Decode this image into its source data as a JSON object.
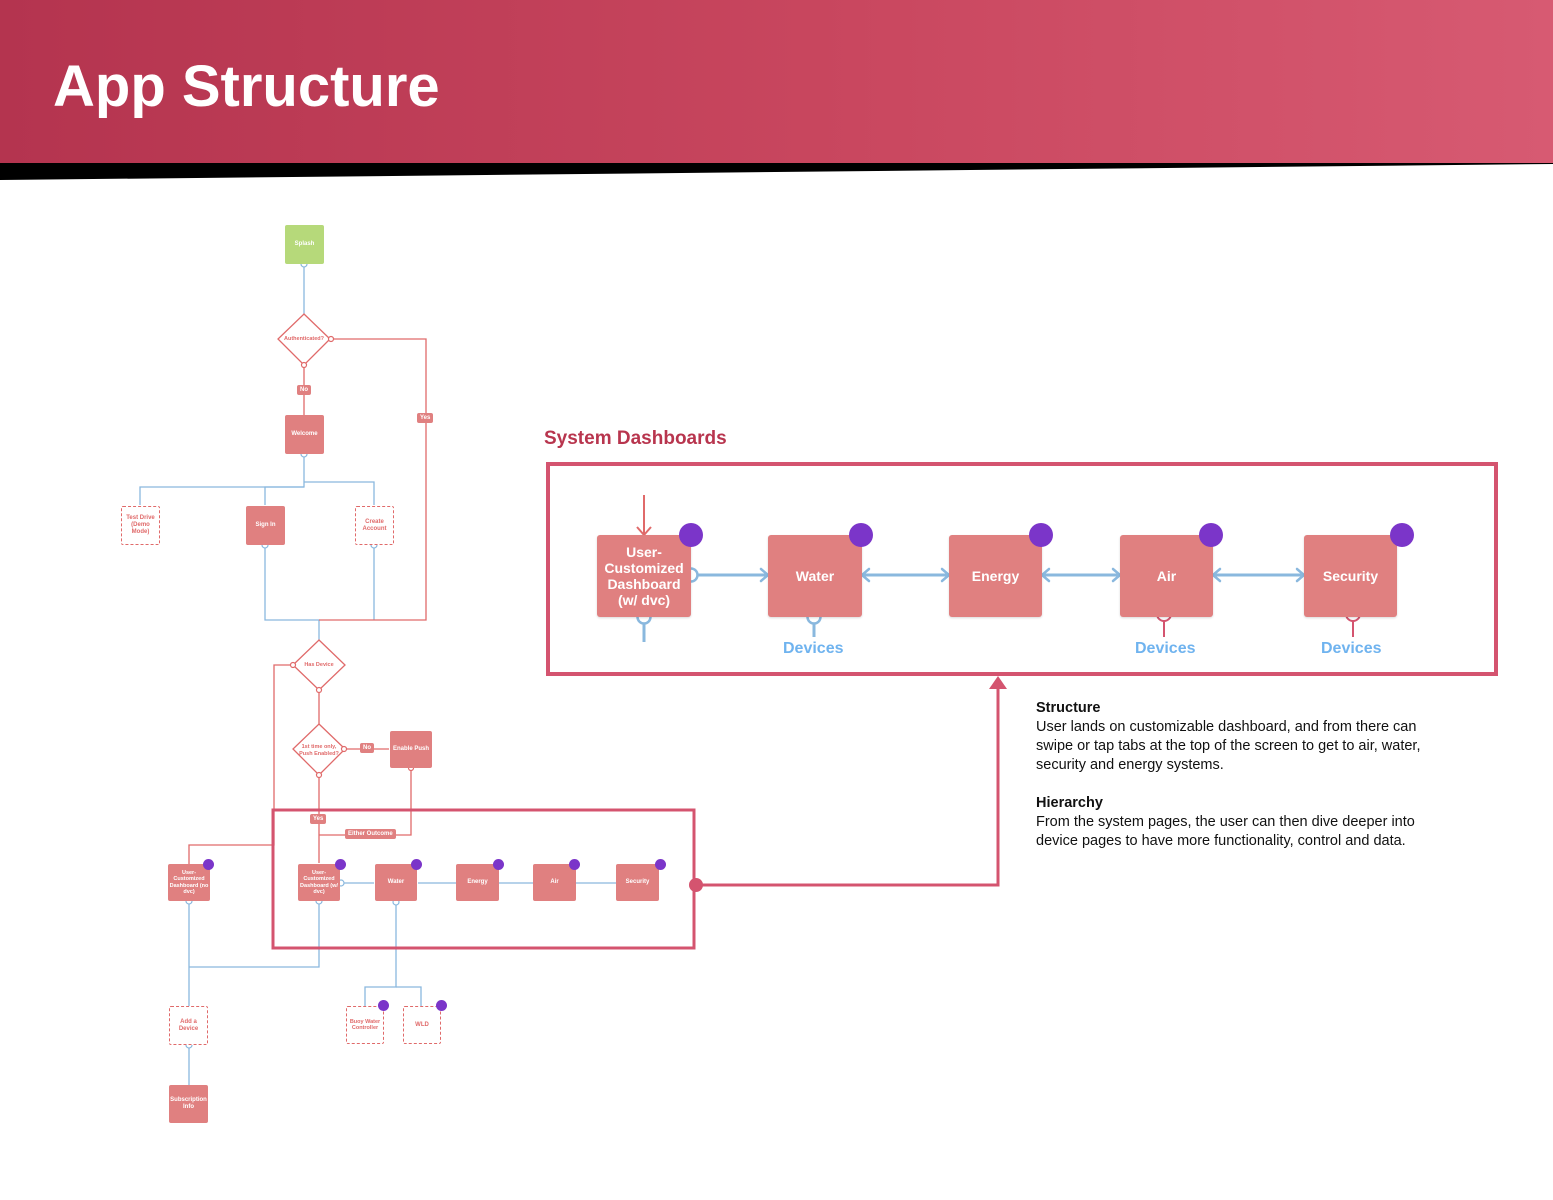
{
  "header": {
    "title": "App Structure"
  },
  "flow": {
    "splash": "Splash",
    "authenticated": "Authenticated?",
    "no": "No",
    "yes": "Yes",
    "welcome": "Welcome",
    "test_drive": "Test Drive (Demo Mode)",
    "sign_in": "Sign In",
    "create_account": "Create Account",
    "has_device": "Has Device",
    "first_time": "1st time only, Push Enabled?",
    "no2": "No",
    "enable_push": "Enable Push",
    "yes2": "Yes",
    "either_outcome": "Either Outcome",
    "dash_no_dvc": "User-Customized Dashboard (no dvc)",
    "dash_w_dvc": "User-Customized Dashboard (w/ dvc)",
    "water": "Water",
    "energy": "Energy",
    "air": "Air",
    "security": "Security",
    "add_device": "Add a Device",
    "subscription": "Subscription Info",
    "buoy": "Buoy Water Controller",
    "wld": "WLD"
  },
  "system": {
    "title": "System Dashboards",
    "dashboard": "User-Customized Dashboard (w/ dvc)",
    "water": "Water",
    "energy": "Energy",
    "air": "Air",
    "security": "Security",
    "devices_label": "Devices"
  },
  "description": {
    "structure_heading": "Structure",
    "structure_text": "User lands on customizable dashboard, and from there can swipe or tap tabs at the top of the screen to get to air, water, security and energy systems.",
    "hierarchy_heading": "Hierarchy",
    "hierarchy_text": "From the system pages, the user can then dive deeper into device pages to have more functionality, control and data."
  },
  "colors": {
    "header_start": "#b4344f",
    "header_end": "#d75a72",
    "node": "#e08080",
    "highlight_border": "#d4546f",
    "connector_blue": "#8ab8de",
    "connector_red": "#e06a6a",
    "device_dot": "#7b35c9",
    "splash": "#b6d97a",
    "devices_text": "#6fb3ef"
  }
}
